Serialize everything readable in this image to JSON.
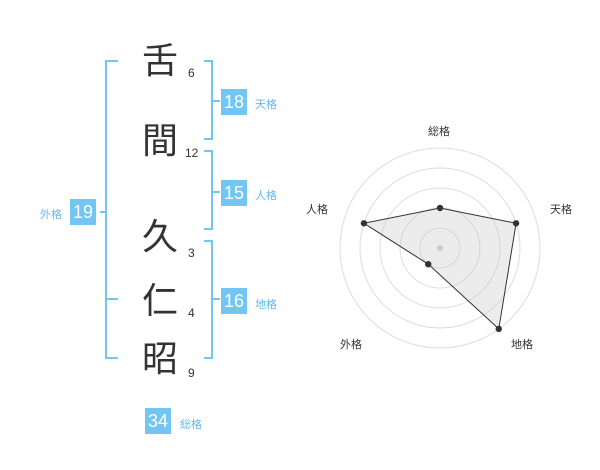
{
  "colors": {
    "accent": "#73c5f3",
    "label_text": "#66b8ea",
    "kanji_text": "#333333"
  },
  "surname": [
    {
      "char": "舌",
      "strokes": "6"
    },
    {
      "char": "間",
      "strokes": "12"
    }
  ],
  "given": [
    {
      "char": "久",
      "strokes": "3"
    },
    {
      "char": "仁",
      "strokes": "4"
    },
    {
      "char": "昭",
      "strokes": "9"
    }
  ],
  "fortunes": {
    "tenkaku": {
      "value": "18",
      "label": "天格"
    },
    "jinkaku": {
      "value": "15",
      "label": "人格"
    },
    "chikaku": {
      "value": "16",
      "label": "地格"
    },
    "gaikaku": {
      "value": "19",
      "label": "外格"
    },
    "soukaku": {
      "value": "34",
      "label": "総格"
    }
  },
  "radar": {
    "axes": [
      "総格",
      "天格",
      "地格",
      "外格",
      "人格"
    ],
    "levels": 5,
    "scores": [
      2,
      4,
      5,
      1,
      4
    ]
  }
}
